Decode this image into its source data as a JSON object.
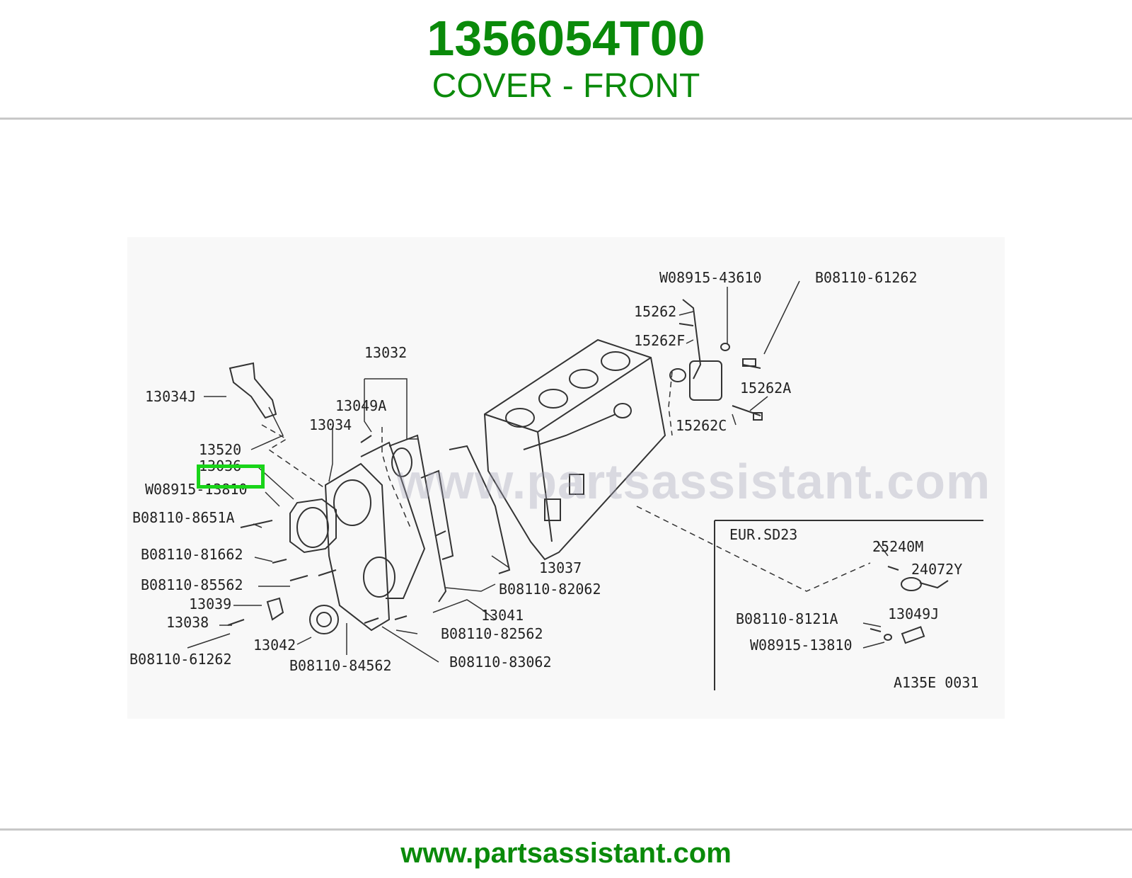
{
  "header": {
    "part_number": "1356054T00",
    "part_name": "COVER - FRONT"
  },
  "watermark": "www.partsassistant.com",
  "diagram": {
    "labels": {
      "w_08915_43610": "W08915-43610",
      "b_08110_61262_top": "B08110-61262",
      "p15262": "15262",
      "p15262F": "15262F",
      "p15262A": "15262A",
      "p15262C": "15262C",
      "p13032": "13032",
      "p13049A": "13049A",
      "p13034J": "13034J",
      "p13034": "13034",
      "p13520": "13520",
      "p13036": "13036",
      "w_08915_13810": "W08915-13810",
      "b_08110_8651A": "B08110-8651A",
      "b_08110_81662": "B08110-81662",
      "b_08110_85562": "B08110-85562",
      "p13039": "13039",
      "p13038": "13038",
      "b_08110_61262_bot": "B08110-61262",
      "p13042": "13042",
      "b_08110_84562": "B08110-84562",
      "b_08110_83062": "B08110-83062",
      "b_08110_82562": "B08110-82562",
      "p13041": "13041",
      "b_08110_82062": "B08110-82062",
      "p13037": "13037",
      "inset_title": "EUR.SD23",
      "p25240M": "25240M",
      "p24072Y": "24072Y",
      "b_08110_8121A": "B08110-8121A",
      "p13049J": "13049J",
      "w_08915_13810_inset": "W08915-13810",
      "diagram_code": "A135E 0031"
    }
  },
  "selected_part": "13036",
  "footer": {
    "url": "www.partsassistant.com"
  },
  "colors": {
    "brand_green": "#0a8a0a",
    "highlight_green": "#19d419"
  }
}
